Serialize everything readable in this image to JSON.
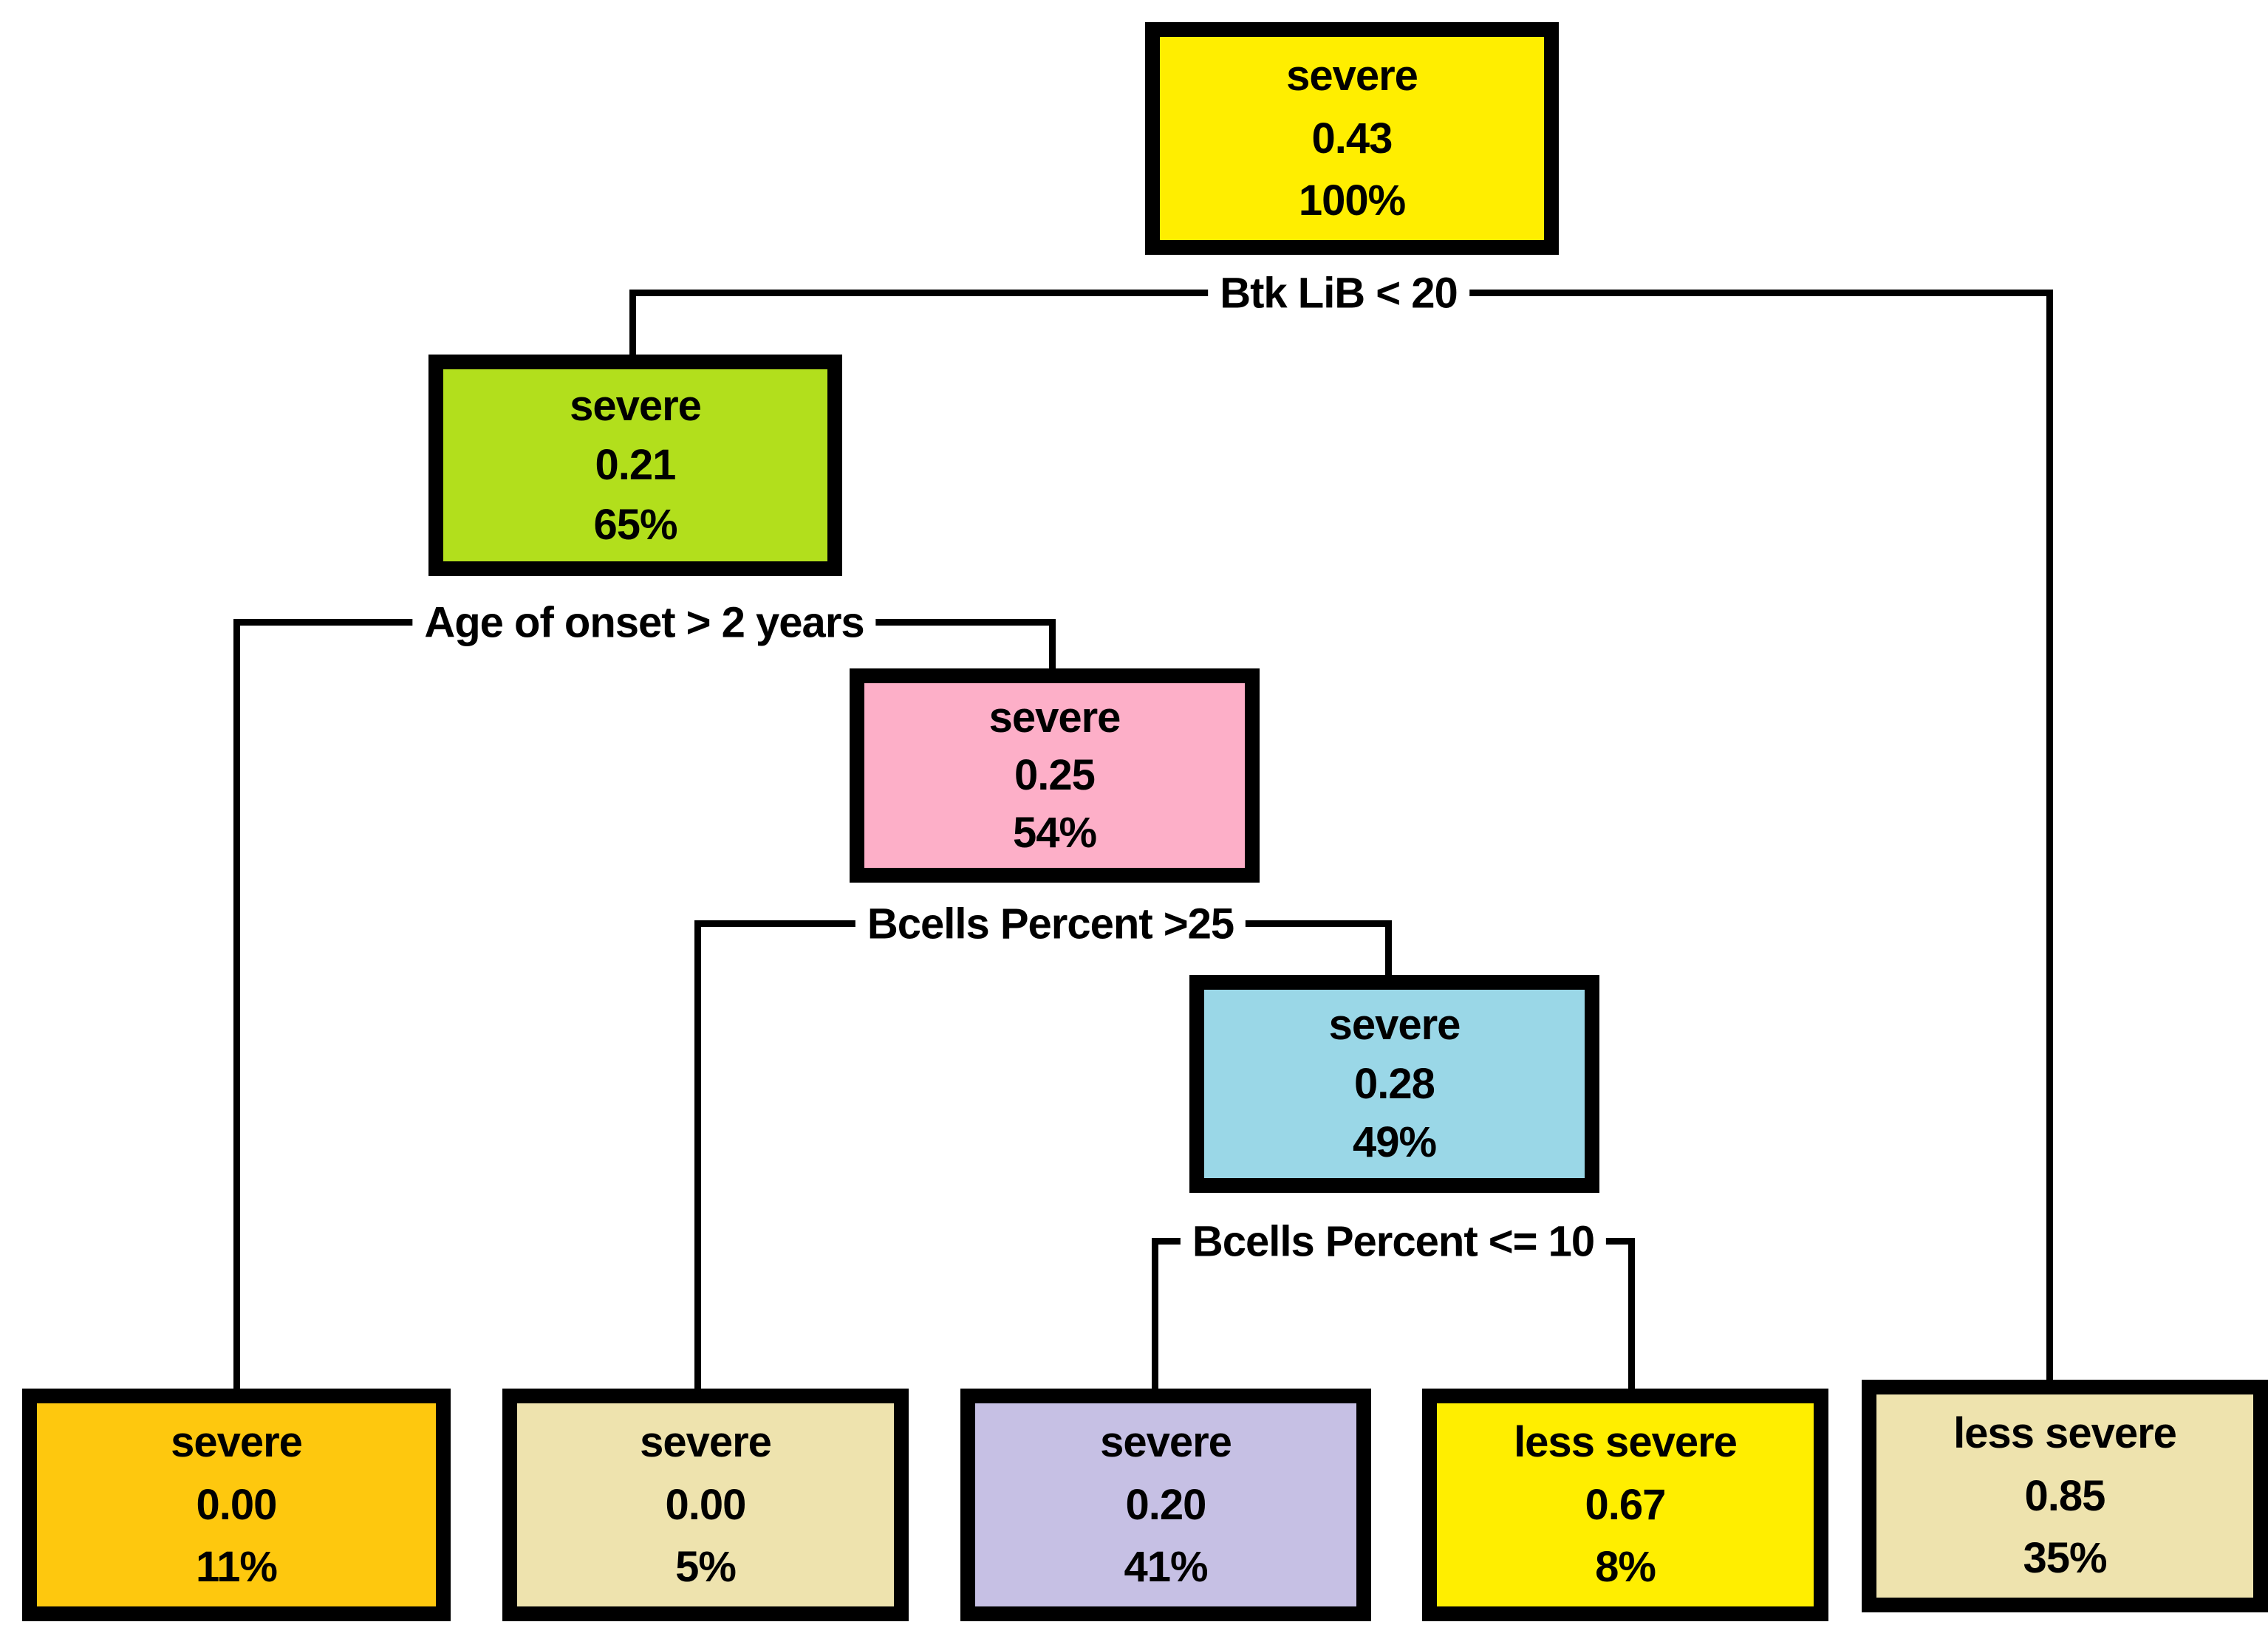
{
  "diagram": {
    "type": "decision-tree",
    "background_color": "#FFFFFF",
    "line_color": "#000000",
    "text_color": "#000000",
    "nodes": [
      {
        "id": "root",
        "label": "severe",
        "value": "0.43",
        "percent": "100%",
        "color": "#FFEE00"
      },
      {
        "id": "internal-left",
        "label": "severe",
        "value": "0.21",
        "percent": "65%",
        "color": "#B2DF1C"
      },
      {
        "id": "internal-mid",
        "label": "severe",
        "value": "0.25",
        "percent": "54%",
        "color": "#FDAFC8"
      },
      {
        "id": "internal-right",
        "label": "severe",
        "value": "0.28",
        "percent": "49%",
        "color": "#9AD7E7"
      },
      {
        "id": "leaf-1",
        "label": "severe",
        "value": "0.00",
        "percent": "11%",
        "color": "#FEC80E"
      },
      {
        "id": "leaf-2",
        "label": "severe",
        "value": "0.00",
        "percent": "5%",
        "color": "#EEE3AE"
      },
      {
        "id": "leaf-3",
        "label": "severe",
        "value": "0.20",
        "percent": "41%",
        "color": "#C6C0E4"
      },
      {
        "id": "leaf-4",
        "label": "less severe",
        "value": "0.67",
        "percent": "8%",
        "color": "#FFEE00"
      },
      {
        "id": "leaf-5",
        "label": "less severe",
        "value": "0.85",
        "percent": "35%",
        "color": "#EEE3AE"
      }
    ],
    "splits": [
      {
        "id": "split-1",
        "label": "Btk LiB < 20"
      },
      {
        "id": "split-2",
        "label": "Age of onset > 2 years"
      },
      {
        "id": "split-3",
        "label": "Bcells Percent >25"
      },
      {
        "id": "split-4",
        "label": "Bcells Percent <= 10"
      }
    ]
  }
}
